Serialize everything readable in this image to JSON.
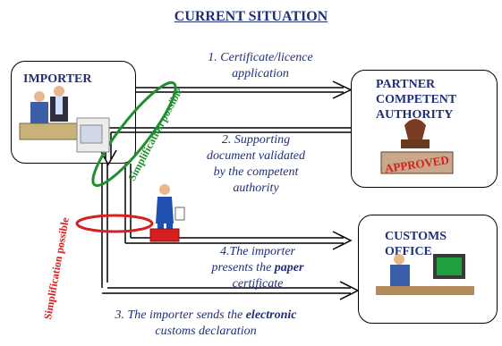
{
  "title": "CURRENT SITUATION",
  "importer": {
    "label": "IMPORTER"
  },
  "authority": {
    "line1": "PARTNER",
    "line2": "COMPETENT",
    "line3": "AUTHORITY",
    "stamp_text": "APPROVED"
  },
  "customs": {
    "line1": "CUSTOMS",
    "line2": "OFFICE"
  },
  "steps": {
    "s1_line1": "1. Certificate/licence",
    "s1_line2": "application",
    "s2_line1": "2. Supporting",
    "s2_line2": "document validated",
    "s2_line3": "by the competent",
    "s2_line4": "authority",
    "s4_line1": "4.The importer",
    "s4_line2_pre": "presents the ",
    "s4_line2_bold": "paper",
    "s4_line3": "certificate",
    "s3_line1_pre": "3. The importer sends the ",
    "s3_line1_bold": "electronic",
    "s3_line2": "customs declaration"
  },
  "simplification": {
    "green": "Simplification possible",
    "red": "Simplification possible"
  },
  "colors": {
    "navy": "#1f2f7a",
    "green": "#1f8f2f",
    "red": "#d62020"
  }
}
